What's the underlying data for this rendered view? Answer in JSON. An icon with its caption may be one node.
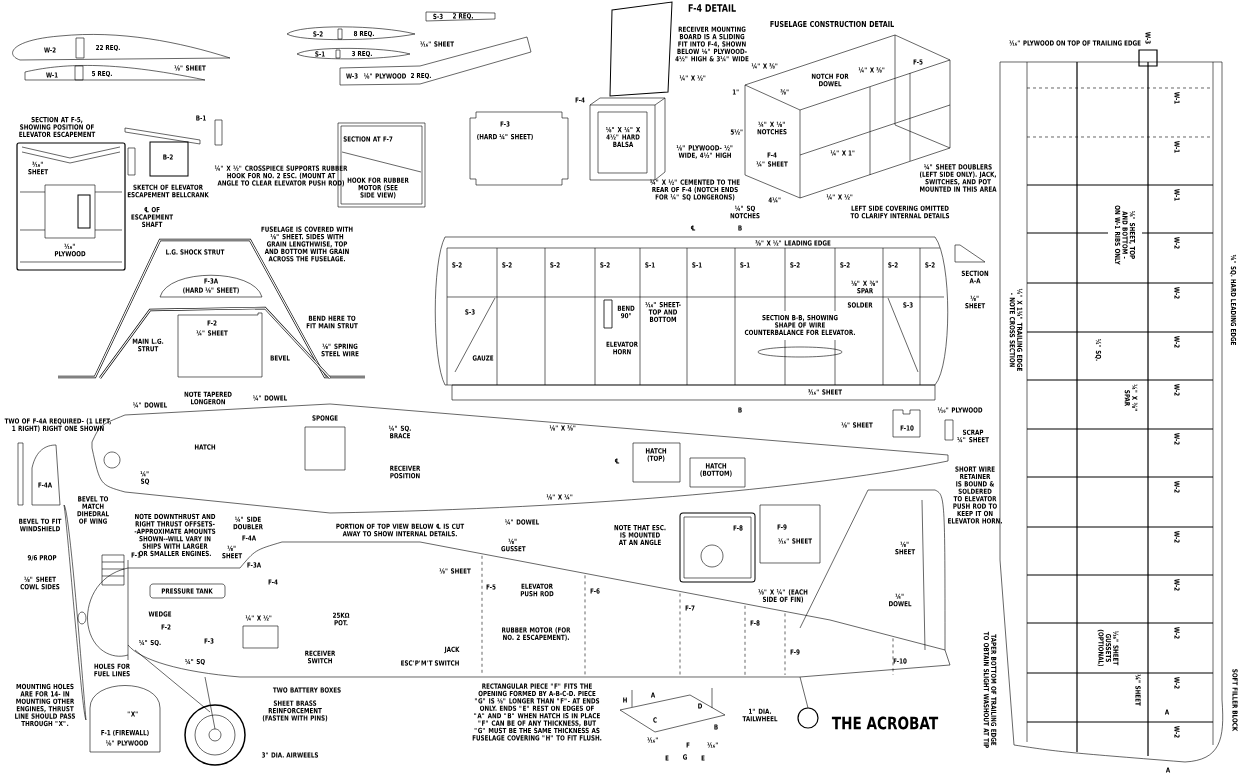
{
  "diagram": {
    "title": "THE ACROBAT",
    "nodes": [
      {
        "text": [
          "W-2",
          "22 REQ."
        ]
      },
      {
        "text": [
          "W-1",
          "5 REQ."
        ]
      },
      {
        "text": [
          "S-2",
          "8 REQ."
        ]
      },
      {
        "text": [
          "S-1",
          "3 REQ."
        ]
      },
      {
        "text": [
          "S-3",
          "2 REQ."
        ]
      },
      {
        "text": [
          "W-3",
          "⅛\" PLYWOOD",
          "2 REQ."
        ]
      },
      {
        "text": [
          "SECTION AT F-7",
          "HOOK FOR RUBBER MOTOR (SEE SIDE VIEW)"
        ]
      },
      {
        "text": [
          "F-3",
          "(HARD ¼\" SHEET)"
        ]
      },
      {
        "text": [
          "F-3A",
          "(HARD ⅛\" SHEET)"
        ]
      },
      {
        "text": [
          "F-2",
          "¼\" SHEET"
        ]
      },
      {
        "text": [
          "F-4A"
        ]
      },
      {
        "text": [
          "F-10"
        ]
      },
      {
        "text": [
          "F-8"
        ]
      },
      {
        "text": [
          "F-9",
          "¹⁄₁₆\" SHEET"
        ]
      },
      {
        "text": [
          "F-1 (FIREWALL)",
          "⅛\" PLYWOOD"
        ]
      }
    ],
    "labels": [
      "⅛\" SHEET",
      "¹⁄₁₆\" SHEET",
      "SECTION AT F-5, SHOWING POSITION OF ELEVATOR ESCAPEMENT",
      "³⁄₁₆\" SHEET",
      "¹⁄₁₆\" PLYWOOD",
      "B-1",
      "B-2",
      "SKETCH OF ELEVATOR ESCAPEMENT BELLCRANK",
      "℄ OF ESCAPEMENT SHAFT",
      "¼\" X ½\" CROSSPIECE SUPPORTS RUBBER HOOK FOR NO. 2 ESC. (MOUNT AT ANGLE TO CLEAR ELEVATOR PUSH ROD)",
      "FUSELAGE IS COVERED WITH ⅛\" SHEET. SIDES WITH GRAIN LENGTHWISE, TOP AND BOTTOM WITH GRAIN ACROSS THE FUSELAGE.",
      "L.G. SHOCK STRUT",
      "MAIN L.G. STRUT",
      "BEND HERE TO FIT MAIN STRUT",
      "⅛\" SPRING STEEL WIRE",
      "BEVEL",
      "F-4 DETAIL",
      "RECEIVER MOUNTING BOARD IS A SLIDING FIT INTO F-4, SHOWN BELOW ⅛\" PLYWOOD-4½\" HIGH & 3¼\" WIDE",
      "¼\" X ½\"",
      "F-4",
      "⅛\" X ¼\" X 4½\" HARD BALSA",
      "⅛\" PLYWOOD- ½\" WIDE, 4½\" HIGH",
      "¼\" X ½\" CEMENTED TO THE REAR OF F-4 (NOTCH ENDS FOR ¼\" SQ LONGERONS)",
      "FUSELAGE CONSTRUCTION DETAIL",
      "1\"",
      "¼\" X ⅜\"",
      "⅜\"",
      "NOTCH FOR DOWEL",
      "F-5",
      "¼\" X ⅜\"",
      "5½\"",
      "¼\" X ⅛\" NOTCHES",
      "F-4",
      "¼\" SHEET",
      "¼\" X 1\"",
      "4¼\"",
      "¼\" SQ NOTCHES",
      "¼\" X ½\"",
      "¼\" SHEET DOUBLERS (LEFT SIDE ONLY). JACK, SWITCHES, AND POT MOUNTED IN THIS AREA",
      "LEFT SIDE COVERING OMITTED TO CLARIFY INTERNAL DETAILS",
      "¹⁄₁₆\" PLYWOOD ON TOP OF TRAILING EDGE",
      "W-3",
      "W-1",
      "W-1",
      "W-1",
      "W-2",
      "W-2",
      "W-2",
      "W-2",
      "W-2",
      "W-2",
      "W-2",
      "W-2",
      "W-2",
      "W-2",
      "W-2",
      "¼\" SQ.",
      "⅛\" SHEET, TOP AND BOTTOM - ON W-1 RIBS ONLY",
      "¼\" X 1¼\" TRAILING EDGE - NOTE CROSS SECTION",
      "⅛\" SQ. HARD LEADING EDGE",
      "¼\" X ⅜\" SPAR",
      "¹⁄₁₆\" SHEET GUSSETS (OPTIONAL)",
      "¼\" SHEET",
      "TAPER BOTTOM OF TRAILING EDGE TO OBTAIN SLIGHT WASHOUT AT TIP",
      "SOFT FILLER BLOCK",
      "A",
      "A",
      "℄",
      "B",
      "⅜\" X ½\" LEADING EDGE",
      "S-2",
      "S-2",
      "S-2",
      "S-2",
      "S-1",
      "S-1",
      "S-1",
      "S-2",
      "S-2",
      "S-2",
      "S-2",
      "S-3",
      "S-3",
      "GAUZE",
      "BEND 90°",
      "ELEVATOR HORN",
      "¹⁄₁₆\" SHEET- TOP AND BOTTOM",
      "SECTION B-B, SHOWING SHAPE OF WIRE COUNTERBALANCE FOR ELEVATOR.",
      "⅛\" X ⅜\" SPAR",
      "SOLDER",
      "SECTION A-A",
      "⅛\" SHEET",
      "³⁄₁₆\" SHEET",
      "B",
      "NOTE TAPERED LONGERON",
      "¼\" DOWEL",
      "¼\" DOWEL",
      "TWO OF F-4A REQUIRED- (1 LEFT, 1 RIGHT) RIGHT ONE SHOWN",
      "HATCH",
      "¼\" SQ",
      "BEVEL TO MATCH DIHEDRAL OF WING",
      "BEVEL TO FIT WINDSHIELD",
      "SPONGE",
      "¼\" SQ. BRACE",
      "RECEIVER POSITION",
      "¼\" SIDE DOUBLER",
      "⅛\" X ⅜\"",
      "⅛\" X ¼\"",
      "HATCH (TOP)",
      "HATCH (BOTTOM)",
      "℄",
      "¼\" DOWEL",
      "⅛\" SHEET",
      "¹⁄₁₆\" PLYWOOD",
      "SCRAP ¼\" SHEET",
      "SHORT WIRE RETAINER IS BOUND & SOLDERED TO ELEVATOR PUSH ROD TO KEEP IT ON ELEVATOR HORN.",
      "PORTION OF TOP VIEW BELOW ℄ IS CUT AWAY TO SHOW INTERNAL DETAILS.",
      "NOTE DOWNTHRUST AND RIGHT THRUST OFFSETS--APPROXIMATE AMOUNTS SHOWN--WILL VARY IN SHIPS WITH LARGER OR SMALLER ENGINES.",
      "9/6 PROP",
      "⅛\" SHEET COWL SIDES",
      "F-1",
      "⅛\" SHEET",
      "F-4A",
      "F-3A",
      "F-4",
      "PRESSURE TANK",
      "WEDGE",
      "F-2",
      "F-3",
      "¼\" X ½\"",
      "¼\" SQ.",
      "¼\" SQ",
      "25KΩ POT.",
      "RECEIVER SWITCH",
      "ESC'P'M'T SWITCH",
      "JACK",
      "TWO BATTERY BOXES",
      "SHEET BRASS REINFORCEMENT (FASTEN WITH PINS)",
      "3\" DIA. AIRWEELS",
      "HOLES FOR FUEL LINES",
      "MOUNTING HOLES ARE FOR 14- IN MOUNTING OTHER ENGINES, THRUST LINE SHOULD PASS THROUGH \"X\".",
      "\"X\"",
      "⅛\" GUSSET",
      "⅛\" SHEET",
      "F-5",
      "ELEVATOR PUSH ROD",
      "RUBBER MOTOR (FOR NO. 2 ESCAPEMENT).",
      "F-6",
      "F-7",
      "F-8",
      "F-9",
      "F-10",
      "⅛\" X ¼\" (EACH SIDE OF FIN)",
      "⅛\" SHEET",
      "¼\" DOWEL",
      "NOTE THAT ESC. IS MOUNTED AT AN ANGLE",
      "RECTANGULAR PIECE \"F\" FITS THE OPENING FORMED BY A-B-C-D. PIECE \"G\" IS ⅛\" LONGER THAN \"F\"- AT ENDS ONLY. ENDS \"E\" REST ON EDGES OF \"A\" AND \"B\" WHEN HATCH IS IN PLACE \"F\" CAN BE OF ANY THICKNESS, BUT \"G\" MUST BE THE SAME THICKNESS AS FUSELAGE COVERING \"H\" TO FIT FLUSH.",
      "H",
      "A",
      "D",
      "C",
      "B",
      "¹⁄₁₆\"",
      "F",
      "¹⁄₁₆\"",
      "E",
      "G",
      "E",
      "1\" DIA. TAILWHEEL"
    ]
  }
}
